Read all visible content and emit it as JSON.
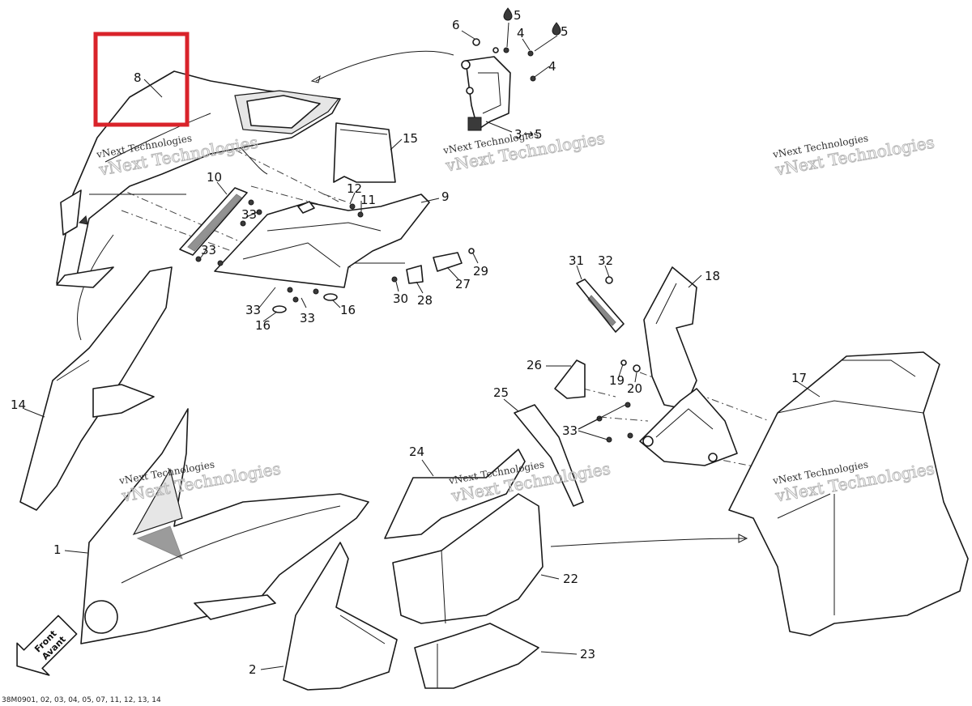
{
  "callouts": [
    {
      "id": "c8",
      "text": "8"
    },
    {
      "id": "c6",
      "text": "6"
    },
    {
      "id": "c5a",
      "text": "5"
    },
    {
      "id": "c4a",
      "text": "4"
    },
    {
      "id": "c5b",
      "text": "5"
    },
    {
      "id": "c4b",
      "text": "4"
    },
    {
      "id": "c3",
      "text": "3"
    },
    {
      "id": "c3to5",
      "text": "5"
    },
    {
      "id": "c15",
      "text": "15"
    },
    {
      "id": "c10",
      "text": "10"
    },
    {
      "id": "c12",
      "text": "12"
    },
    {
      "id": "c11",
      "text": "11"
    },
    {
      "id": "c9",
      "text": "9"
    },
    {
      "id": "c33a",
      "text": "33"
    },
    {
      "id": "c33b",
      "text": "33"
    },
    {
      "id": "c33c",
      "text": "33"
    },
    {
      "id": "c33d",
      "text": "33"
    },
    {
      "id": "c16a",
      "text": "16"
    },
    {
      "id": "c16b",
      "text": "16"
    },
    {
      "id": "c29",
      "text": "29"
    },
    {
      "id": "c27",
      "text": "27"
    },
    {
      "id": "c30",
      "text": "30"
    },
    {
      "id": "c28",
      "text": "28"
    },
    {
      "id": "c31",
      "text": "31"
    },
    {
      "id": "c32",
      "text": "32"
    },
    {
      "id": "c18",
      "text": "18"
    },
    {
      "id": "c26",
      "text": "26"
    },
    {
      "id": "c19",
      "text": "19"
    },
    {
      "id": "c20",
      "text": "20"
    },
    {
      "id": "c25",
      "text": "25"
    },
    {
      "id": "c17",
      "text": "17"
    },
    {
      "id": "c33e",
      "text": "33"
    },
    {
      "id": "c14",
      "text": "14"
    },
    {
      "id": "c24",
      "text": "24"
    },
    {
      "id": "c1",
      "text": "1"
    },
    {
      "id": "c22",
      "text": "22"
    },
    {
      "id": "c2",
      "text": "2"
    },
    {
      "id": "c23",
      "text": "23"
    }
  ],
  "watermark": {
    "line1": "vNext Technologies",
    "line2": "vNext Technologies"
  },
  "front_badge": {
    "line1": "Front",
    "line2": "Avant"
  },
  "reference_code": "38M0901, 02, 03, 04, 05, 07, 11, 12, 13, 14",
  "colors": {
    "highlight": "#d9232a",
    "ink": "#1a1a1a",
    "watermark": "#b9b9b9"
  }
}
